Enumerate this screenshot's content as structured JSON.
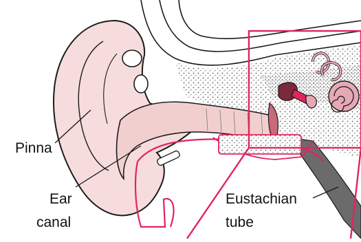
{
  "diagram": {
    "labels": {
      "pinna": "Pinna",
      "ear_canal_line1": "Ear",
      "ear_canal_line2": "canal",
      "eustachian_line1": "Eustachian",
      "eustachian_line2": "tube"
    },
    "colors": {
      "ink": "#1a1a1a",
      "skin": "#f6dcdc",
      "canal": "#f2cfcf",
      "bone_stipple": "#8a8a8a",
      "highlight": "#e0245e",
      "inner_ear": "#e7a8b5",
      "eardrum": "#c86a7a"
    }
  }
}
